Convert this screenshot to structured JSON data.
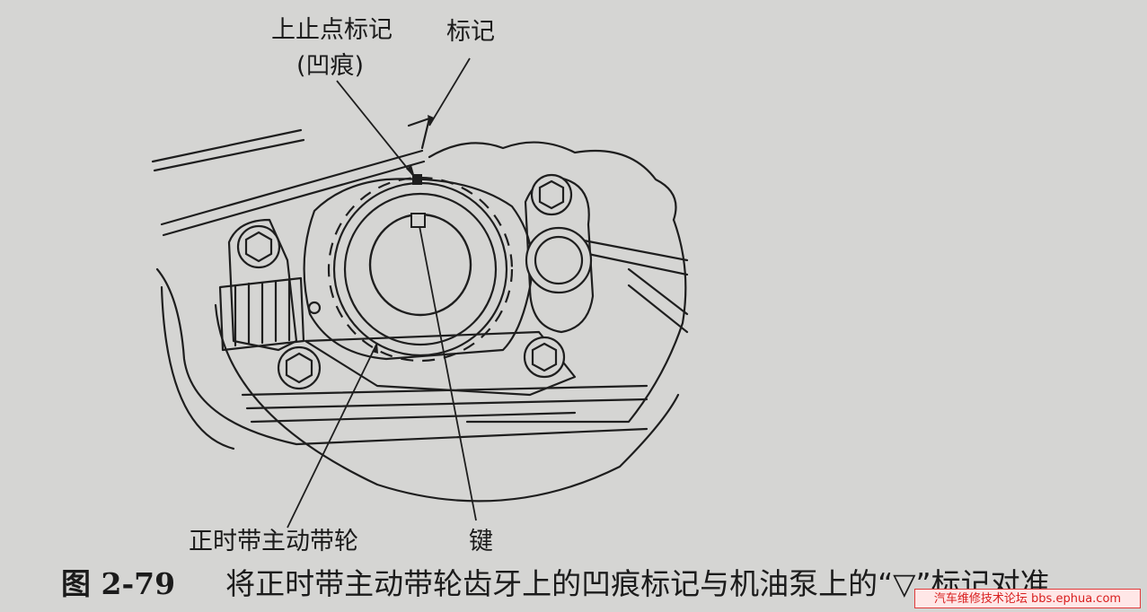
{
  "labels": {
    "tdc_mark": "上止点标记",
    "tdc_mark_sub": "(凹痕)",
    "mark": "标记",
    "drive_pulley": "正时带主动带轮",
    "key": "键"
  },
  "caption": {
    "number": "图 2-79",
    "text": "将正时带主动带轮齿牙上的凹痕标记与机油泵上的“▽”标记对准"
  },
  "watermark": "汽车维修技术论坛 bbs.ephua.com"
}
